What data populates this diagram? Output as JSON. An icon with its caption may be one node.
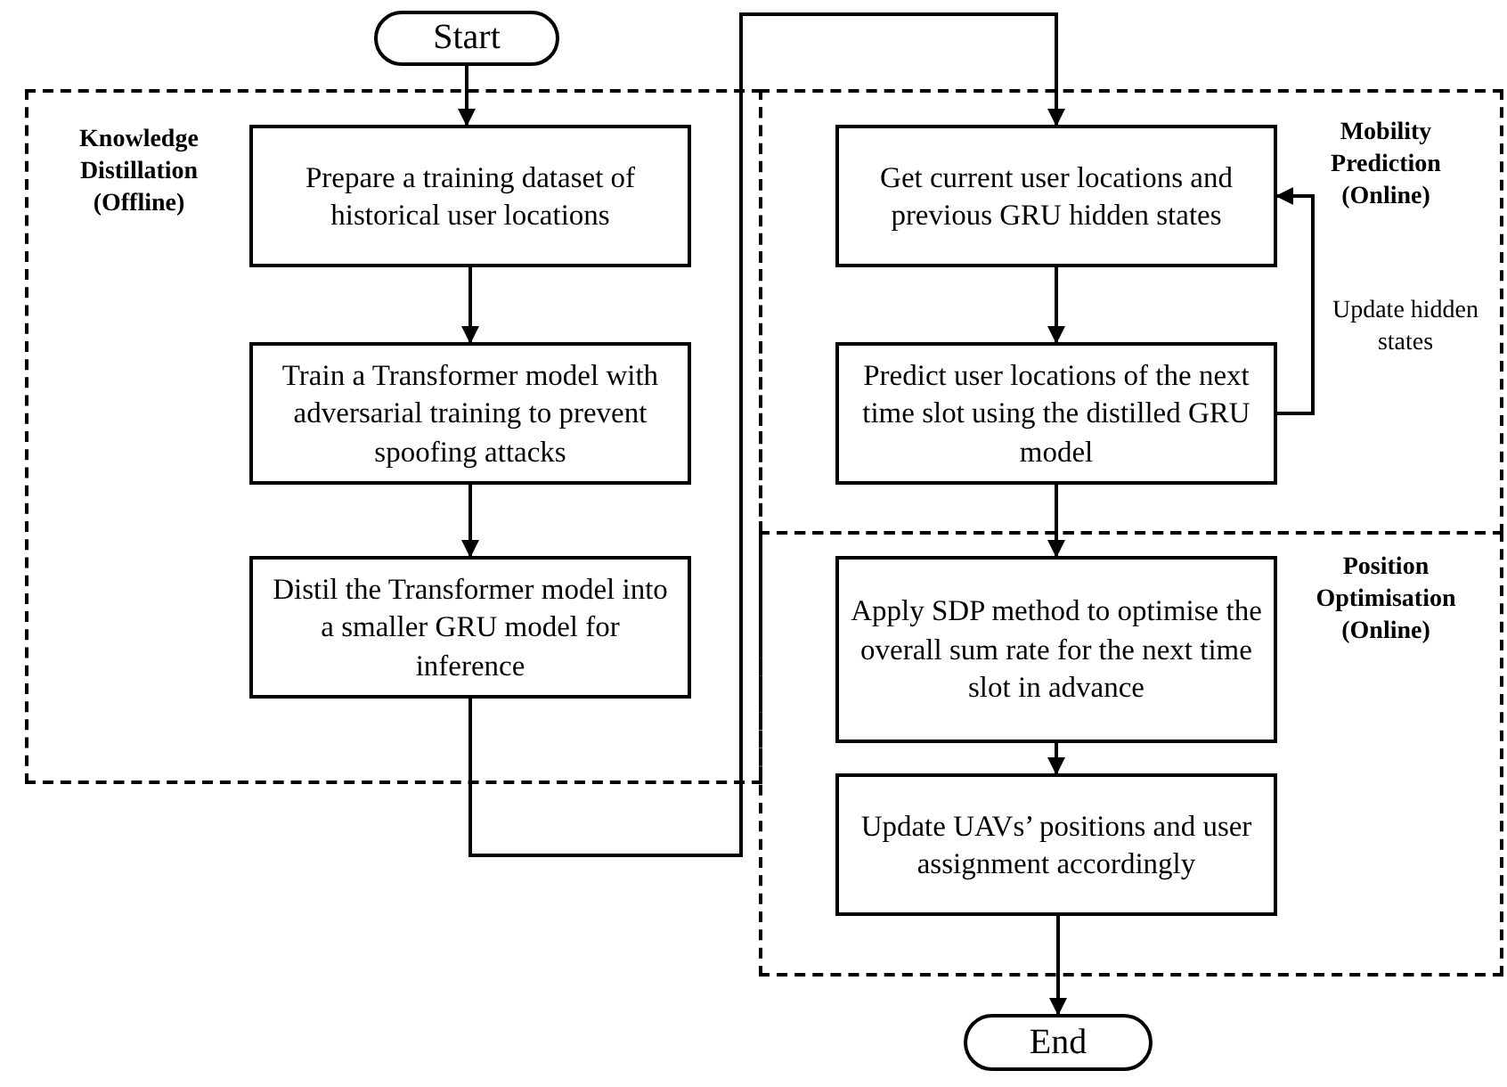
{
  "diagram": {
    "nodes": [
      {
        "text": [
          "Start"
        ]
      },
      {
        "text": [
          "Knowledge Distillation (Offline)"
        ]
      },
      {
        "text": [
          "Prepare a training dataset of historical user locations"
        ],
        "in": 1
      },
      {
        "text": [
          "Train a Transformer model with adversarial training to prevent spoofing attacks"
        ],
        "in": 1
      },
      {
        "text": [
          "Distil the Transformer model into a smaller GRU model for inference"
        ],
        "in": 1
      },
      {
        "text": [
          "Mobility Prediction (Online)"
        ]
      },
      {
        "text": [
          "Get current user locations and previous GRU hidden states"
        ],
        "in": 5
      },
      {
        "text": [
          "Predict user locations of the next time slot using the distilled GRU model"
        ],
        "in": 5
      },
      {
        "text": [
          "Position Optimisation (Online)"
        ]
      },
      {
        "text": [
          "Apply SDP method to optimise the overall sum rate for the next time slot in advance"
        ],
        "in": 8
      },
      {
        "text": [
          "Update UAVs’ positions and user assignment accordingly"
        ],
        "in": 8
      },
      {
        "text": [
          "End"
        ]
      }
    ],
    "edges": [
      {
        "from": 0,
        "to": 2,
        "arrow": "to"
      },
      {
        "from": 2,
        "to": 3,
        "arrow": "to"
      },
      {
        "from": 3,
        "to": 4,
        "arrow": "to"
      },
      {
        "from": 4,
        "to": 6,
        "arrow": "to"
      },
      {
        "from": 6,
        "to": 7,
        "arrow": "to"
      },
      {
        "from": 7,
        "to": 6,
        "arrow": "to",
        "label": "Update hidden states"
      },
      {
        "from": 7,
        "to": 9,
        "arrow": "to"
      },
      {
        "from": 9,
        "to": 10,
        "arrow": "to"
      },
      {
        "from": 10,
        "to": 11,
        "arrow": "to"
      }
    ]
  }
}
